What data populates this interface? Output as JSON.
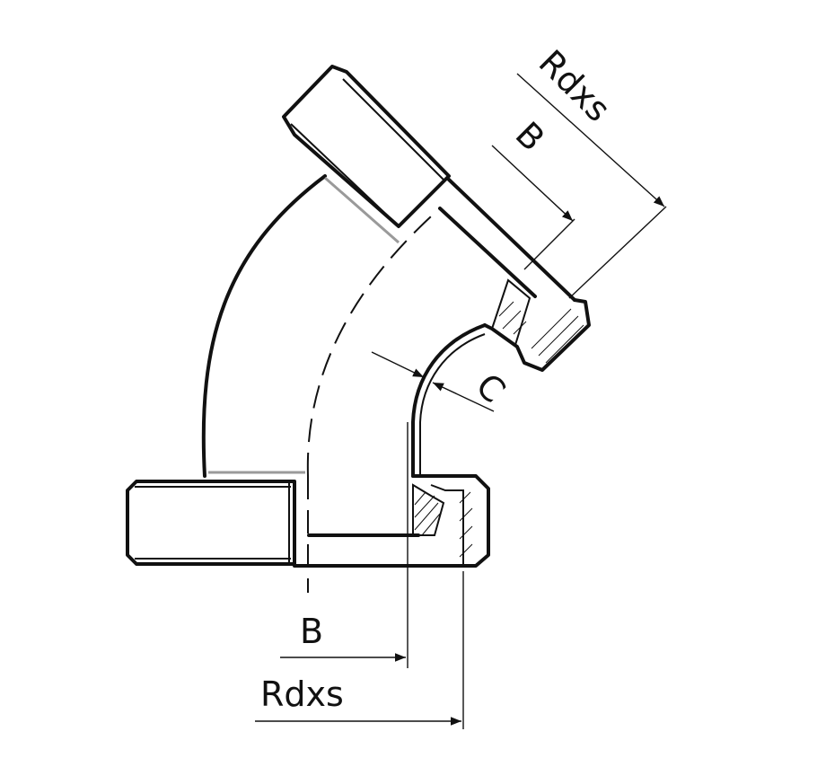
{
  "drawing": {
    "title": "",
    "dimension_labels": {
      "top_rdxs": "Rdxs",
      "top_b": "B",
      "c": "C",
      "bottom_b": "B",
      "bottom_rdxs": "Rdxs"
    },
    "line_color": "#111111"
  }
}
